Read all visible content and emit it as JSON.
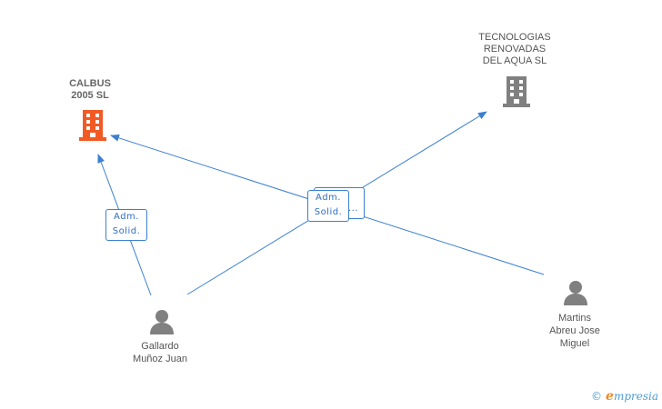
{
  "nodes": {
    "calbus": {
      "name_line1": "CALBUS",
      "name_line2": "2005 SL",
      "color": "#f15a24"
    },
    "tecnologias": {
      "name_line1": "TECNOLOGIAS",
      "name_line2": "RENOVADAS",
      "name_line3": "DEL AQUA SL",
      "color": "#808080"
    },
    "gallardo": {
      "name_line1": "Gallardo",
      "name_line2": "Muñoz Juan",
      "color": "#808080"
    },
    "martins": {
      "name_line1": "Martins",
      "name_line2": "Abreu Jose",
      "name_line3": "Miguel",
      "color": "#808080"
    }
  },
  "edges": {
    "gallardo_calbus": {
      "line1": "Adm.",
      "line2": "Solid."
    },
    "center_front": {
      "line1": "Adm.",
      "line2": "Solid."
    },
    "center_back": {
      "ellipsis": "..."
    }
  },
  "footer": {
    "copyright": "©",
    "brand_initial": "e",
    "brand_rest": "mpresia"
  },
  "colors": {
    "edge": "#3b7fd1",
    "company_highlight": "#f15a24",
    "icon_gray": "#808080"
  }
}
